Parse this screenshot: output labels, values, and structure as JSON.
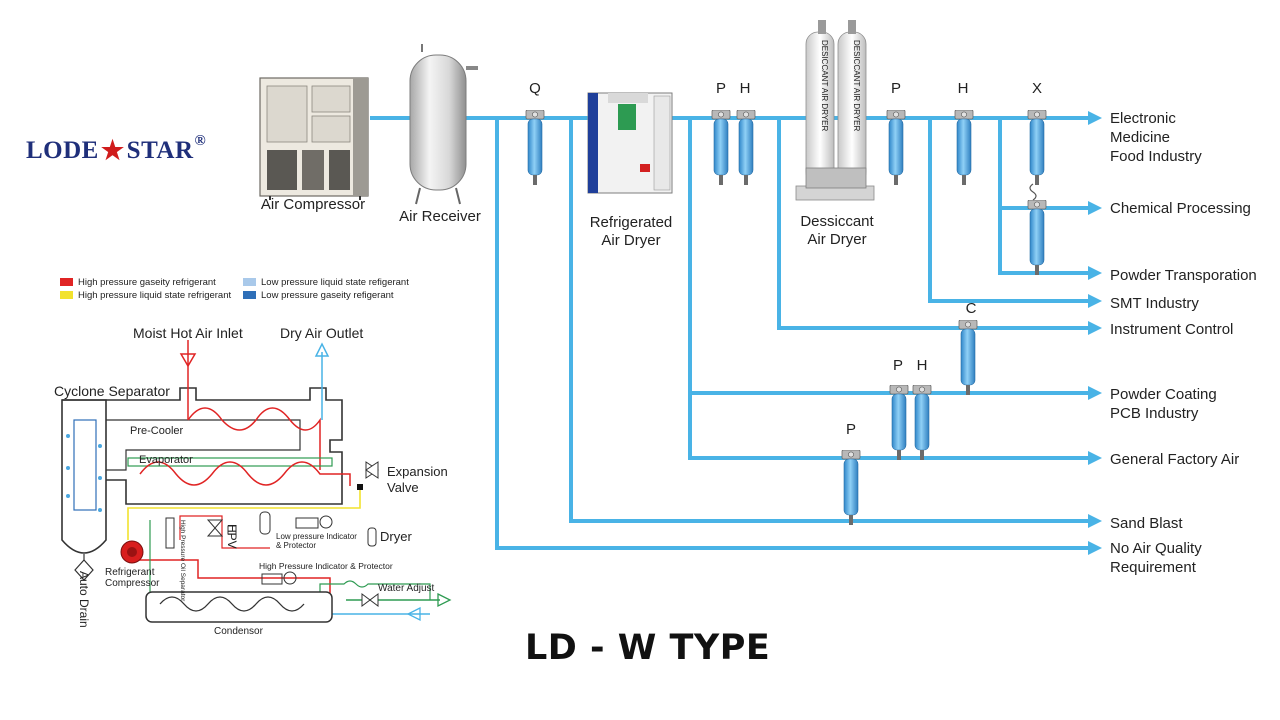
{
  "brand": {
    "name_left": "LODE",
    "name_right": "STAR",
    "registered": "®"
  },
  "colors": {
    "pipe": "#49b3e6",
    "filter_blue": "#4aa6df",
    "brand_blue": "#1f2f7a",
    "star_red": "#d01c1c",
    "refrigerant_high_gas": "#e02424",
    "refrigerant_high_liquid": "#f2e22e",
    "refrigerant_low_liquid": "#a9c9ea",
    "refrigerant_low_gas": "#2e6fb8"
  },
  "equipment": {
    "air_compressor": "Air Compressor",
    "air_receiver": "Air Receiver",
    "refrigerated_dryer_line1": "Refrigerated",
    "refrigerated_dryer_line2": "Air Dryer",
    "desiccant_dryer_line1": "Dessiccant",
    "desiccant_dryer_line2": "Air Dryer",
    "desiccant_tower_text": "DESICCANT AIR DRYER"
  },
  "filter_tags": {
    "q": "Q",
    "p1": "P",
    "h1": "H",
    "p2": "P",
    "h2": "H",
    "x": "X",
    "c": "C",
    "p3": "P",
    "h3": "H",
    "p4": "P"
  },
  "outputs": {
    "electronic_1": "Electronic",
    "electronic_2": "Medicine",
    "electronic_3": "Food Industry",
    "chemical": "Chemical Processing",
    "powder_transport": "Powder Transporation",
    "smt": "SMT Industry",
    "instrument": "Instrument Control",
    "powder_coating_1": "Powder Coating",
    "powder_coating_2": "PCB Industry",
    "general": "General Factory Air",
    "sand_blast": "Sand Blast",
    "no_air_1": "No Air Quality",
    "no_air_2": "Requirement"
  },
  "legend": {
    "high_gas": "High pressure gaseity refrigerant",
    "high_liquid": "High pressure liquid state refrigerant",
    "low_liquid": "Low pressure liquid state refigerant",
    "low_gas": "Low pressure gaseity refigerant"
  },
  "schematic": {
    "inlet": "Moist Hot Air Inlet",
    "outlet": "Dry Air Outlet",
    "cyclone": "Cyclone Separator",
    "precooler": "Pre-Cooler",
    "evaporator": "Evaporator",
    "expansion_1": "Expansion",
    "expansion_2": "Valve",
    "hpv": "HPV",
    "low_indicator_1": "Low pressure Indicator",
    "low_indicator_2": "& Protector",
    "dryer": "Dryer",
    "high_indicator": "High Pressure Indicator & Protector",
    "water_adjust": "Water Adjust",
    "refrig_comp_1": "Refrigerant",
    "refrig_comp_2": "Compressor",
    "oil_separator": "High Pressure Oil Separator",
    "condensor": "Condensor",
    "auto_drain": "Auto Drain"
  },
  "title": "LD - W TYPE"
}
